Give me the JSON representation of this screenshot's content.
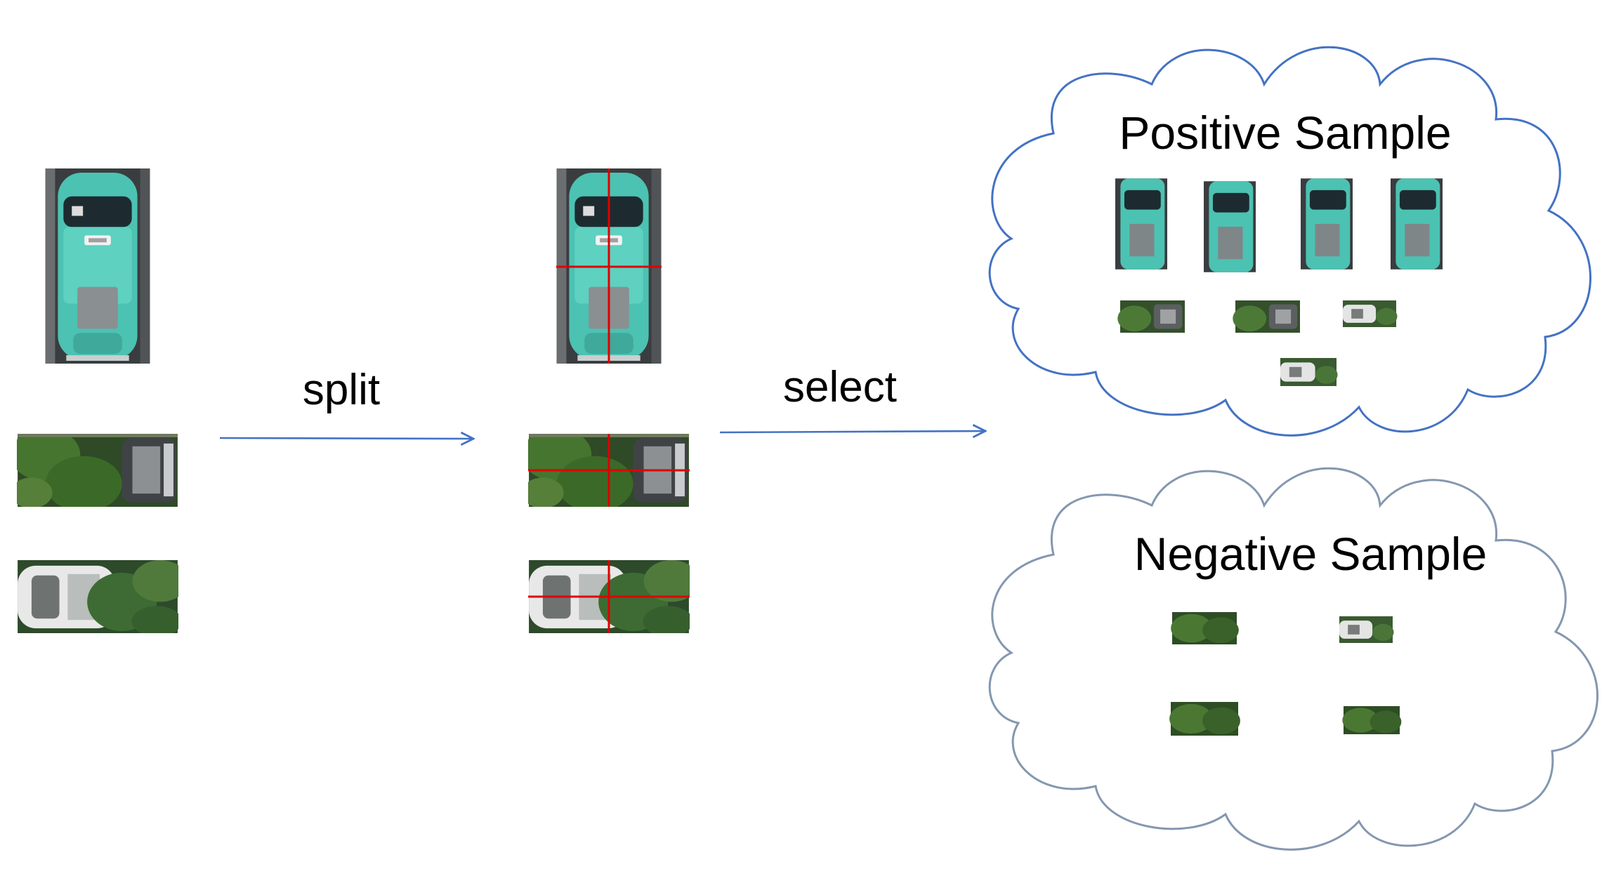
{
  "labels": {
    "split": "split",
    "select": "select",
    "positive": "Positive Sample",
    "negative": "Negative Sample"
  },
  "colors": {
    "arrow": "#4472c4",
    "cloud_positive": "#4472c4",
    "cloud_negative": "#8497b0",
    "split_line": "#e00000",
    "car_teal": "#4cc2b2",
    "foliage": "#3e6b2c"
  },
  "icons": {
    "car_patch": "teal-car-top-view-icon",
    "vehicle_foliage_patch": "car-under-trees-icon",
    "white_car_patch": "white-car-foliage-icon",
    "patch_fragment": "image-fragment-icon"
  },
  "positive_sample_count": 8,
  "negative_sample_count": 4
}
